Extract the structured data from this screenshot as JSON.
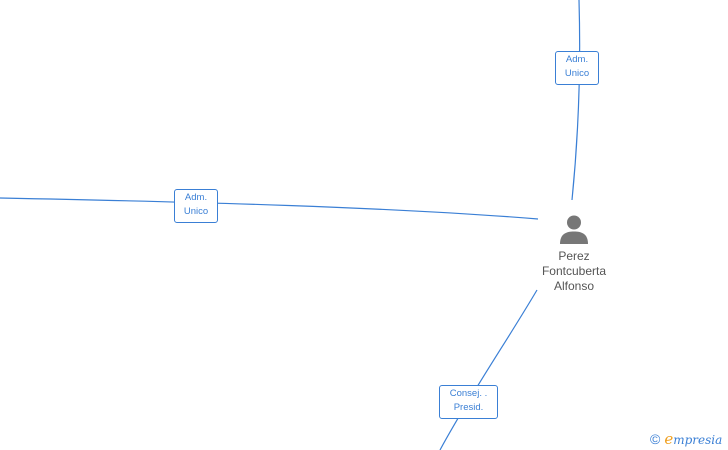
{
  "person": {
    "name_lines": [
      "Perez",
      "Fontcuberta",
      "Alfonso"
    ]
  },
  "edges": [
    {
      "id": "top",
      "label_lines": [
        "Adm.",
        "Unico"
      ]
    },
    {
      "id": "left",
      "label_lines": [
        "Adm.",
        "Unico"
      ]
    },
    {
      "id": "bottom",
      "label_lines": [
        "Consej. .",
        "Presid."
      ]
    }
  ],
  "watermark": {
    "copyright_symbol": "©",
    "brand_initial": "e",
    "brand_rest": "mpresia"
  },
  "colors": {
    "edge": "#3a7fd5",
    "person_icon": "#777777",
    "name_text": "#555555",
    "brand_initial": "#f0a020"
  }
}
